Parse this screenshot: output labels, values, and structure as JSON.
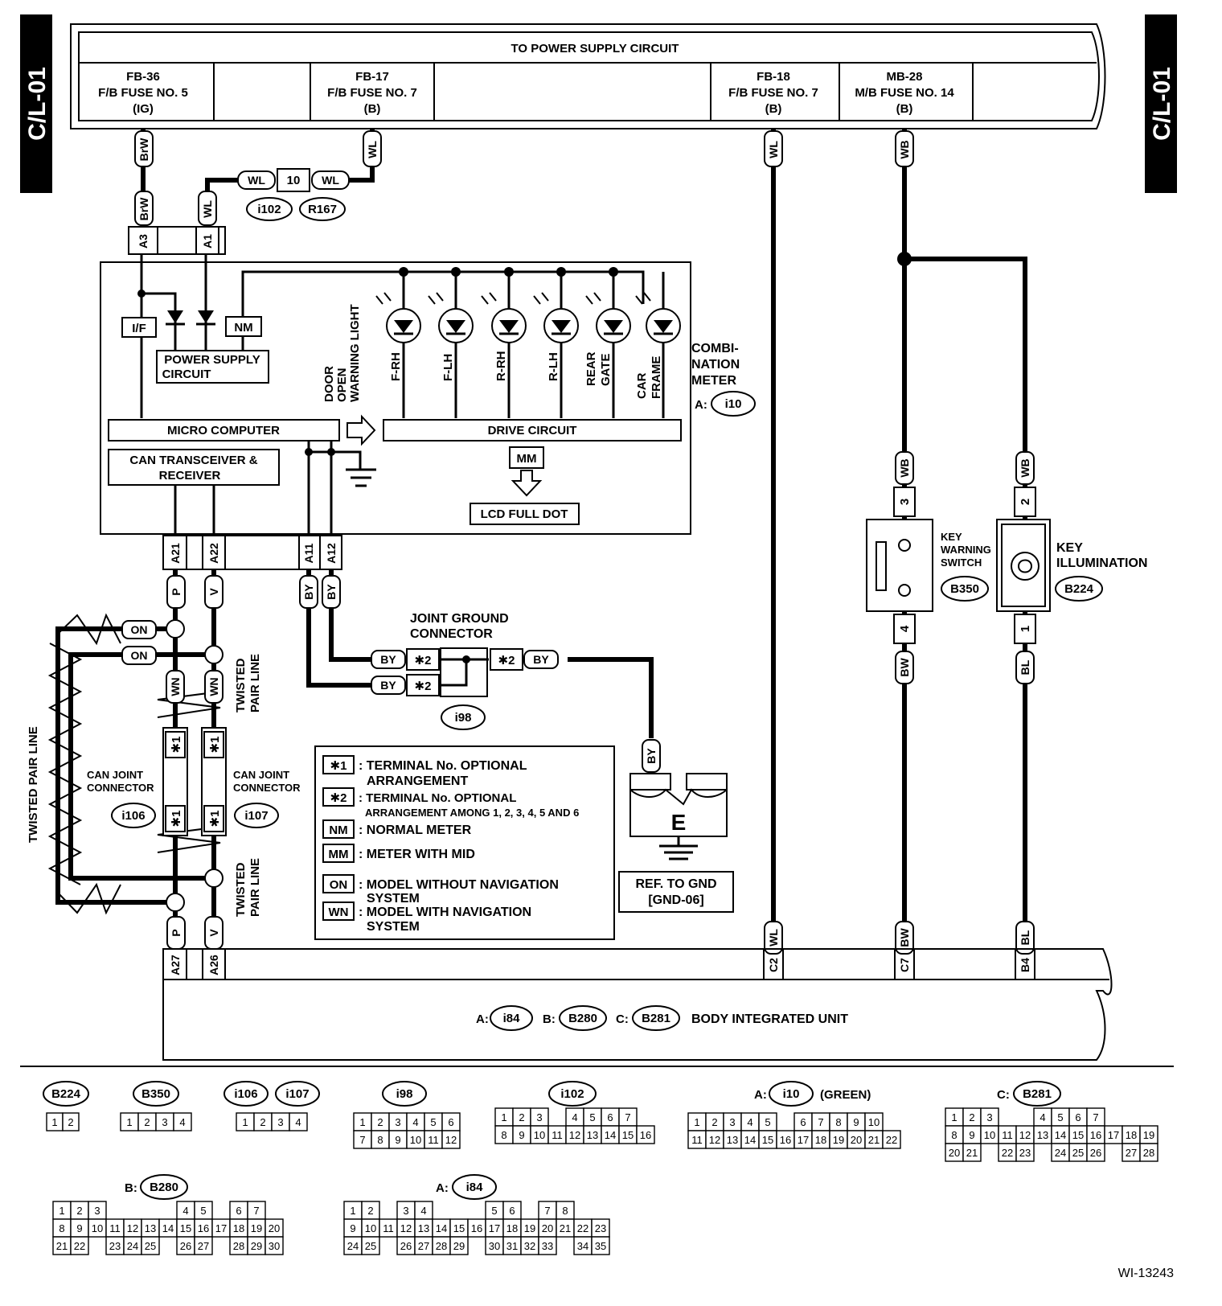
{
  "side_tab": "C/L-01",
  "power_supply": {
    "title": "TO POWER SUPPLY CIRCUIT",
    "fuses": [
      {
        "line1": "FB-36",
        "line2": "F/B FUSE NO. 5",
        "line3": "(IG)"
      },
      {
        "line1": "FB-17",
        "line2": "F/B FUSE NO. 7",
        "line3": "(B)"
      },
      {
        "line1": "FB-18",
        "line2": "F/B FUSE NO. 7",
        "line3": "(B)"
      },
      {
        "line1": "MB-28",
        "line2": "M/B FUSE NO. 14",
        "line3": "(B)"
      }
    ]
  },
  "wires": {
    "brw": "BrW",
    "wl": "WL",
    "wb": "WB",
    "p": "P",
    "v": "V",
    "by": "BY",
    "wn": "WN",
    "on": "ON",
    "bw": "BW",
    "bl": "BL"
  },
  "inline_connector": {
    "pin": "10",
    "refs": [
      "i102",
      "R167"
    ]
  },
  "meter": {
    "pins_top": [
      "A3",
      "A1"
    ],
    "pins_bottom": [
      "A21",
      "A22",
      "A11",
      "A12"
    ],
    "if_label": "I/F",
    "nm_label": "NM",
    "mm_label": "MM",
    "power_supply_circuit": [
      "POWER SUPPLY",
      "CIRCUIT"
    ],
    "micro_computer": "MICRO COMPUTER",
    "can_transceiver": [
      "CAN TRANSCEIVER &",
      "RECEIVER"
    ],
    "drive_circuit": "DRIVE CIRCUIT",
    "lcd": "LCD FULL DOT",
    "door_open": [
      "DOOR",
      "OPEN",
      "WARNING LIGHT"
    ],
    "lamps": [
      [
        "F-RH"
      ],
      [
        "F-LH"
      ],
      [
        "R-RH"
      ],
      [
        "R-LH"
      ],
      [
        "REAR",
        "GATE"
      ],
      [
        "CAR",
        "FRAME"
      ]
    ],
    "name": [
      "COMBI-",
      "NATION",
      "METER"
    ],
    "ref_prefix": "A:",
    "ref": "i10"
  },
  "joint_ground": {
    "title": [
      "JOINT GROUND",
      "CONNECTOR"
    ],
    "mark": "✱2",
    "ref": "i98"
  },
  "ground": {
    "letter": "E",
    "ref_lines": [
      "REF. TO GND",
      "[GND-06]"
    ]
  },
  "can_joint": {
    "label": [
      "CAN JOINT",
      "CONNECTOR"
    ],
    "mark": "✱1",
    "refs": [
      "i106",
      "i107"
    ],
    "twisted": "TWISTED PAIR LINE",
    "twisted_lines": [
      "TWISTED",
      "PAIR LINE"
    ]
  },
  "legend": [
    {
      "key": "✱1",
      "lines": [
        ": TERMINAL No. OPTIONAL",
        "ARRANGEMENT"
      ]
    },
    {
      "key": "✱2",
      "lines": [
        ": TERMINAL No. OPTIONAL",
        "ARRANGEMENT AMONG 1, 2, 3, 4, 5 AND 6"
      ]
    },
    {
      "key": "NM",
      "lines": [
        ": NORMAL METER"
      ]
    },
    {
      "key": "MM",
      "lines": [
        ": METER WITH MID"
      ]
    },
    {
      "key": "ON",
      "lines": [
        ": MODEL WITHOUT NAVIGATION",
        "SYSTEM"
      ]
    },
    {
      "key": "WN",
      "lines": [
        ": MODEL WITH NAVIGATION",
        "SYSTEM"
      ]
    }
  ],
  "key_warning": {
    "name": [
      "KEY",
      "WARNING",
      "SWITCH"
    ],
    "ref": "B350",
    "pin_top": "3",
    "pin_bottom": "4"
  },
  "key_illumination": {
    "name": [
      "KEY",
      "ILLUMINATION"
    ],
    "ref": "B224",
    "pin_top": "2",
    "pin_bottom": "1"
  },
  "body_unit": {
    "pins": [
      "A27",
      "A26",
      "C2",
      "C7",
      "B4"
    ],
    "refs": [
      {
        "prefix": "A:",
        "ref": "i84"
      },
      {
        "prefix": "B:",
        "ref": "B280"
      },
      {
        "prefix": "C:",
        "ref": "B281"
      }
    ],
    "name": "BODY INTEGRATED UNIT"
  },
  "connector_views": {
    "b224": {
      "ref": "B224",
      "rows": [
        [
          "1",
          "2"
        ]
      ]
    },
    "b350": {
      "ref": "B350",
      "rows": [
        [
          "1",
          "2",
          "3",
          "4"
        ]
      ]
    },
    "i106": {
      "refs": [
        "i106",
        "i107"
      ],
      "rows": [
        [
          "1",
          "2",
          "3",
          "4"
        ]
      ]
    },
    "i98": {
      "ref": "i98",
      "rows": [
        [
          "1",
          "2",
          "3",
          "4",
          "5",
          "6"
        ],
        [
          "7",
          "8",
          "9",
          "10",
          "11",
          "12"
        ]
      ]
    },
    "i102": {
      "ref": "i102",
      "rows": [
        [
          "1",
          "2",
          "3",
          "",
          "4",
          "5",
          "6",
          "7"
        ],
        [
          "8",
          "9",
          "10",
          "11",
          "12",
          "13",
          "14",
          "15",
          "16"
        ]
      ]
    },
    "i10": {
      "prefix": "A:",
      "ref": "i10",
      "suffix": "(GREEN)",
      "rows": [
        [
          "1",
          "2",
          "3",
          "4",
          "5",
          "",
          "6",
          "7",
          "8",
          "9",
          "10"
        ],
        [
          "11",
          "12",
          "13",
          "14",
          "15",
          "16",
          "17",
          "18",
          "19",
          "20",
          "21",
          "22"
        ]
      ]
    },
    "b281": {
      "prefix": "C:",
      "ref": "B281",
      "rows": [
        [
          "1",
          "2",
          "3",
          "",
          "",
          "4",
          "5",
          "6",
          "7"
        ],
        [
          "8",
          "9",
          "10",
          "11",
          "12",
          "13",
          "14",
          "15",
          "16",
          "17",
          "18",
          "19"
        ],
        [
          "20",
          "21",
          "",
          "22",
          "23",
          "",
          "24",
          "25",
          "26",
          "",
          "27",
          "28"
        ]
      ]
    },
    "b280": {
      "prefix": "B:",
      "ref": "B280",
      "rows": [
        [
          "1",
          "2",
          "3",
          "",
          "",
          "",
          "",
          "4",
          "5",
          "",
          "6",
          "7"
        ],
        [
          "8",
          "9",
          "10",
          "11",
          "12",
          "13",
          "14",
          "15",
          "16",
          "17",
          "18",
          "19",
          "20"
        ],
        [
          "21",
          "22",
          "",
          "23",
          "24",
          "25",
          "",
          "26",
          "27",
          "",
          "28",
          "29",
          "30"
        ]
      ]
    },
    "i84": {
      "prefix": "A:",
      "ref": "i84",
      "rows": [
        [
          "1",
          "2",
          "",
          "3",
          "4",
          "",
          "",
          "",
          "5",
          "6",
          "",
          "7",
          "8"
        ],
        [
          "9",
          "10",
          "11",
          "12",
          "13",
          "14",
          "15",
          "16",
          "17",
          "18",
          "19",
          "20",
          "21",
          "22",
          "23"
        ],
        [
          "24",
          "25",
          "",
          "26",
          "27",
          "28",
          "29",
          "",
          "30",
          "31",
          "32",
          "33",
          "",
          "34",
          "35"
        ]
      ]
    }
  },
  "figure_id": "WI-13243"
}
